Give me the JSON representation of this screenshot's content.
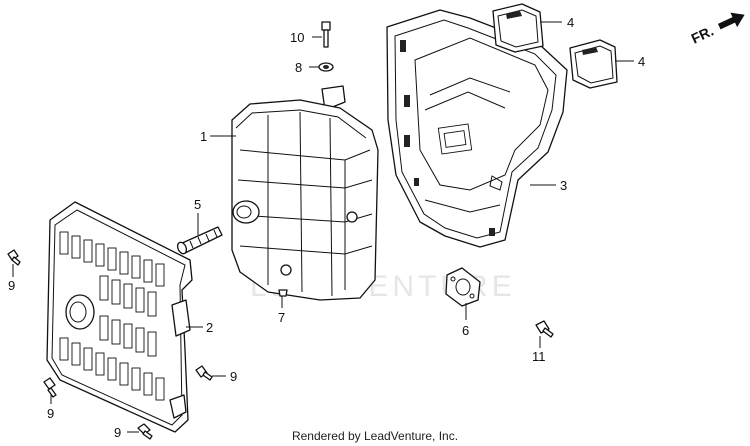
{
  "callouts": {
    "p1": "1",
    "p2": "2",
    "p3": "3",
    "p4a": "4",
    "p4b": "4",
    "p5": "5",
    "p6": "6",
    "p7": "7",
    "p8": "8",
    "p9a": "9",
    "p9b": "9",
    "p9c": "9",
    "p9d": "9",
    "p10": "10",
    "p11": "11"
  },
  "direction": {
    "label": "FR."
  },
  "watermark": {
    "text": "LEADVENTURE"
  },
  "footer": {
    "credit": "Rendered by LeadVenture, Inc."
  },
  "colors": {
    "line": "#111111",
    "background": "#ffffff",
    "watermark": "#e6e6e6"
  }
}
